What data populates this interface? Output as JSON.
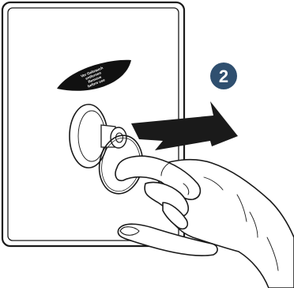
{
  "label": {
    "lines": [
      "Vor Gebrauch",
      "entfernen",
      "Remove",
      "before use"
    ]
  },
  "step": {
    "number": "2",
    "color": "#2f4f6f"
  },
  "colors": {
    "outline": "#1a1a1a",
    "panel": "#ffffff",
    "label_fill": "#111111",
    "arrow_fill": "#1a1a1a"
  }
}
